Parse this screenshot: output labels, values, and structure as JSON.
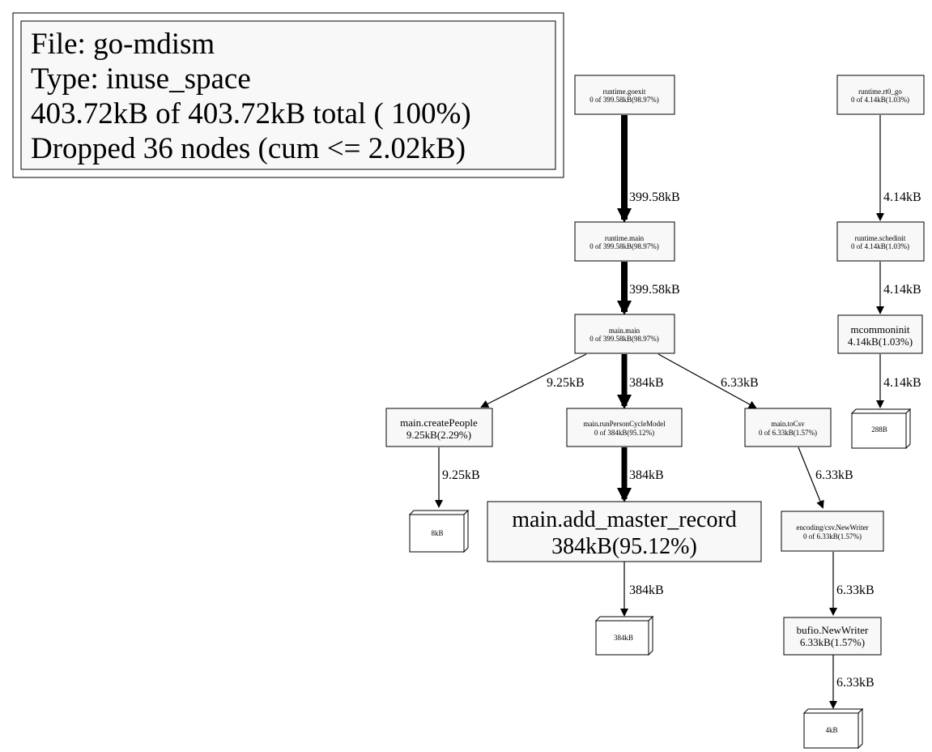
{
  "legend": {
    "lines": [
      "File: go-mdism",
      "Type: inuse_space",
      "403.72kB of 403.72kB total (  100%)",
      "Dropped 36 nodes (cum <= 2.02kB)"
    ]
  },
  "nodes": {
    "goexit": {
      "name": "runtime.goexit",
      "stat": "0 of 399.58kB(98.97%)"
    },
    "runtime_main": {
      "name": "runtime.main",
      "stat": "0 of 399.58kB(98.97%)"
    },
    "main_main": {
      "name": "main.main",
      "stat": "0 of 399.58kB(98.97%)"
    },
    "create_people": {
      "name": "main.createPeople",
      "stat": "9.25kB(2.29%)"
    },
    "run_person": {
      "name": "main.runPersonCycleModel",
      "stat": "0 of 384kB(95.12%)"
    },
    "to_csv": {
      "name": "main.toCsv",
      "stat": "0 of 6.33kB(1.57%)"
    },
    "add_master": {
      "name": "main.add_master_record",
      "stat": "384kB(95.12%)"
    },
    "csv_newwriter": {
      "name": "encoding/csv.NewWriter",
      "stat": "0 of 6.33kB(1.57%)"
    },
    "bufio_newwriter": {
      "name": "bufio.NewWriter",
      "stat": "6.33kB(1.57%)"
    },
    "rt0_go": {
      "name": "runtime.rt0_go",
      "stat": "0 of 4.14kB(1.03%)"
    },
    "schedinit": {
      "name": "runtime.schedinit",
      "stat": "0 of 4.14kB(1.03%)"
    },
    "mcommoninit": {
      "name": "mcommoninit",
      "stat": "4.14kB(1.03%)"
    }
  },
  "boxes": {
    "b8kb": "8kB",
    "b384kb": "384kB",
    "b4kb": "4kB",
    "b288b": "288B"
  },
  "edges": {
    "goexit_runtime_main": "399.58kB",
    "runtime_main_main_main": "399.58kB",
    "main_create": "9.25kB",
    "main_run": "384kB",
    "main_csv": "6.33kB",
    "create_8kb": "9.25kB",
    "run_add": "384kB",
    "add_384kb": "384kB",
    "csv_newwriter": "6.33kB",
    "newwriter_bufio": "6.33kB",
    "bufio_4kb": "6.33kB",
    "rt0_schedinit": "4.14kB",
    "schedinit_mcommon": "4.14kB",
    "mcommon_288b": "4.14kB"
  }
}
